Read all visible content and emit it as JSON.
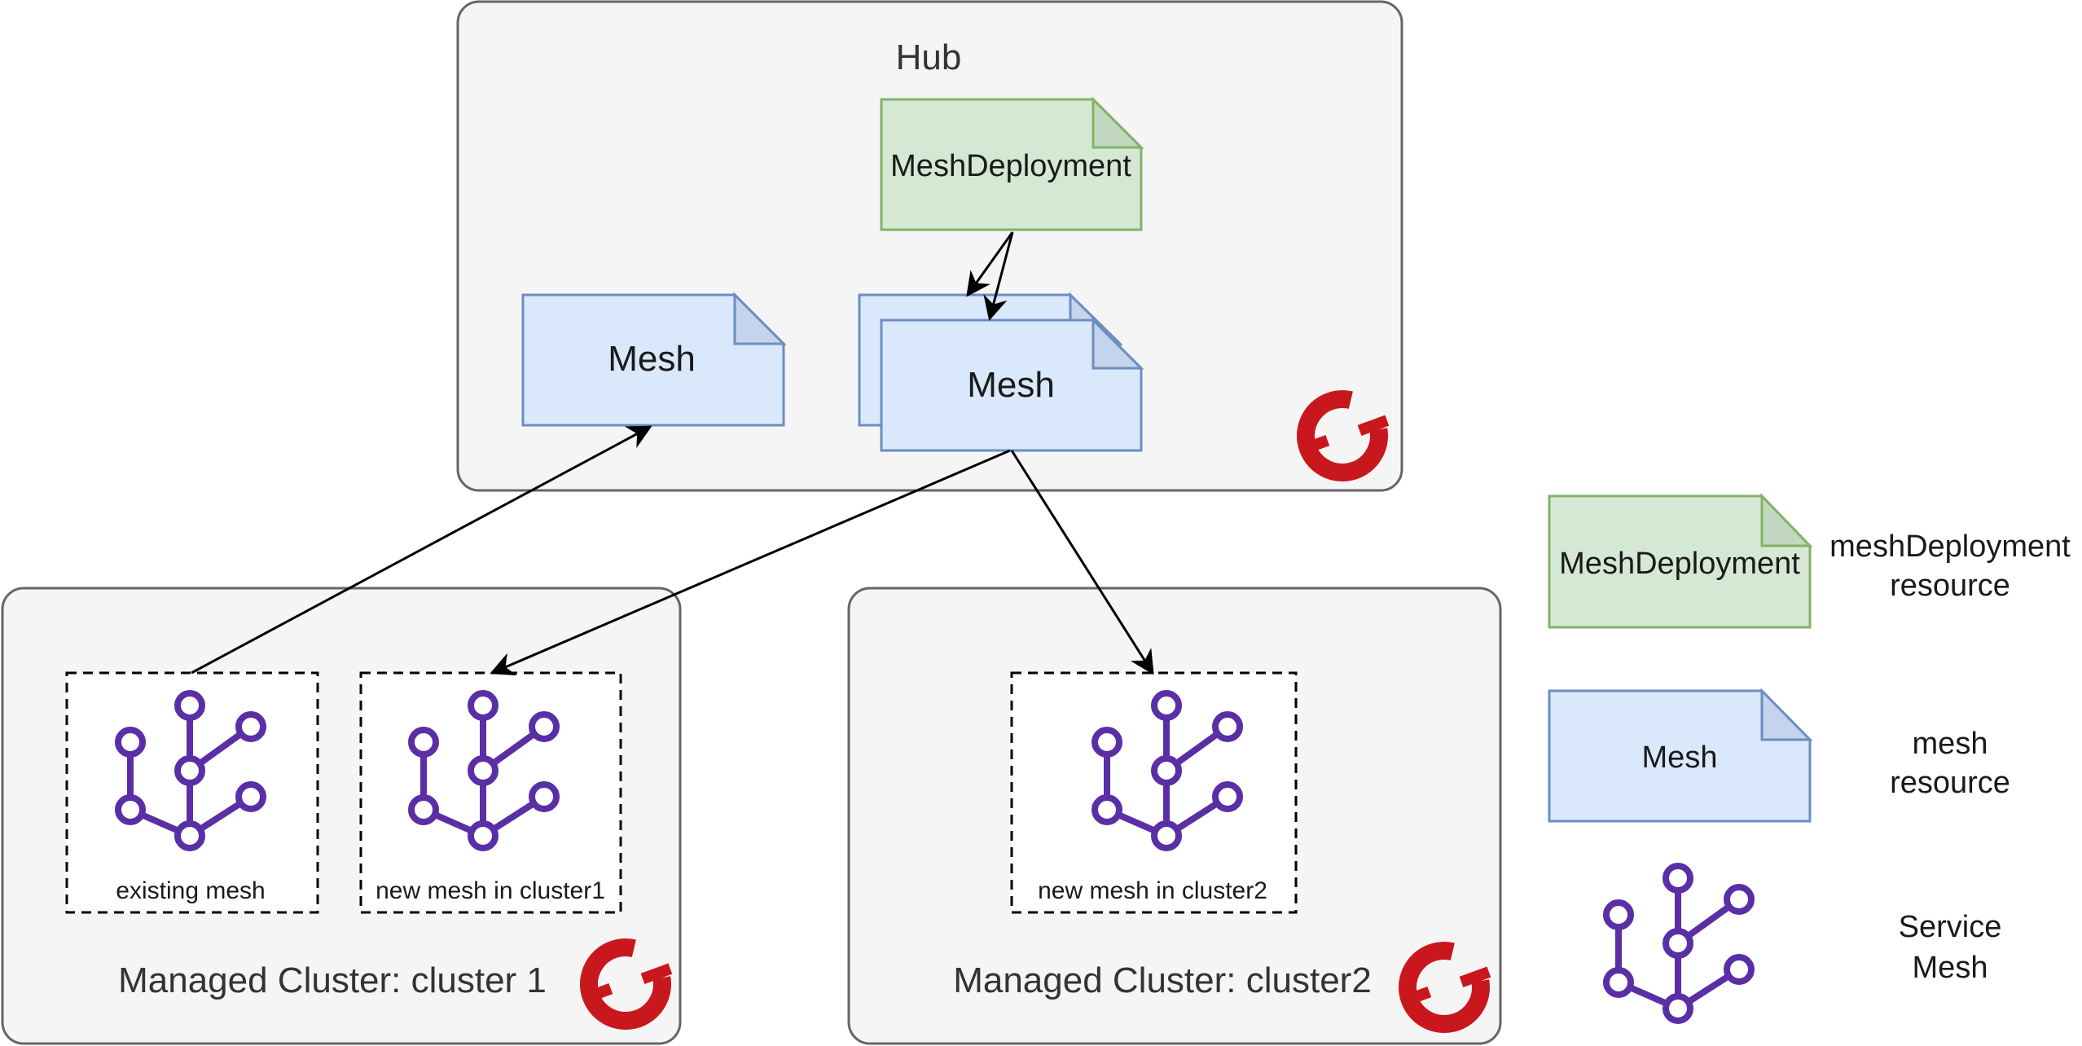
{
  "colors": {
    "container_fill": "#f5f5f5",
    "container_stroke": "#666666",
    "mesh_fill": "#dae8fc",
    "mesh_stroke": "#6c8ebf",
    "deploy_fill": "#d5e8d4",
    "deploy_stroke": "#82b366",
    "service_mesh": "#5a2fa6",
    "openshift_red": "#c8181e"
  },
  "icons": {
    "service_mesh": "service-mesh-icon",
    "openshift": "openshift-logo-icon"
  },
  "hub": {
    "title": "Hub",
    "deployment_label": "MeshDeployment",
    "mesh_left_label": "Mesh",
    "mesh_right_label": "Mesh"
  },
  "cluster1": {
    "title": "Managed Cluster: cluster 1",
    "existing_mesh_label": "existing mesh",
    "new_mesh_label": "new mesh in cluster1"
  },
  "cluster2": {
    "title": "Managed Cluster: cluster2",
    "new_mesh_label": "new mesh in cluster2"
  },
  "legend": {
    "deployment_doc_label": "MeshDeployment",
    "deployment_desc_line1": "meshDeployment",
    "deployment_desc_line2": "resource",
    "mesh_doc_label": "Mesh",
    "mesh_desc_line1": "mesh",
    "mesh_desc_line2": "resource",
    "service_mesh_line1": "Service",
    "service_mesh_line2": "Mesh"
  }
}
